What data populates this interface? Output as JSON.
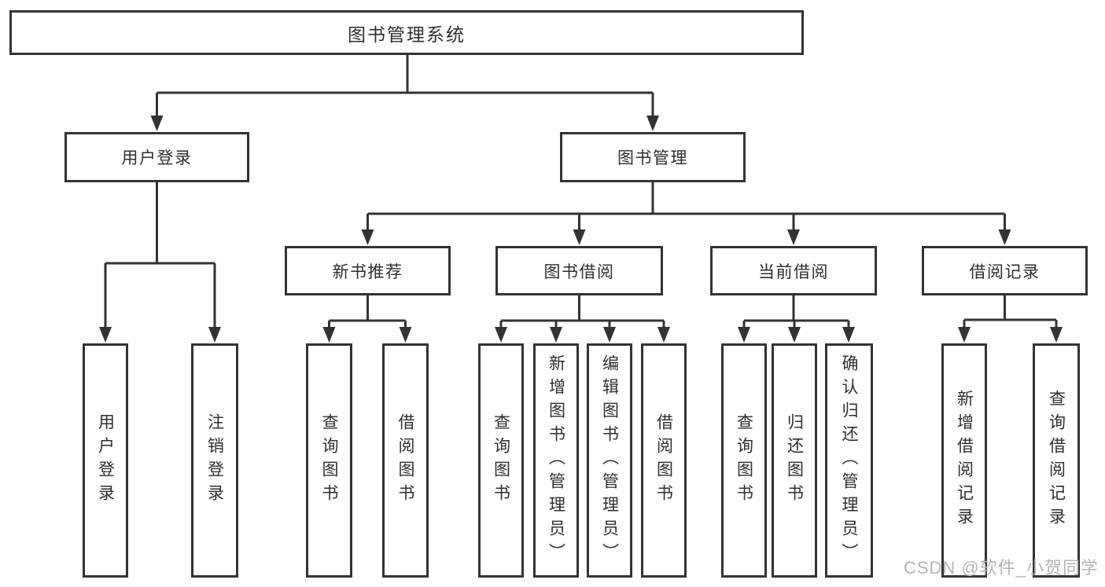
{
  "tree": {
    "root": {
      "label": "图书管理系统"
    },
    "branches": [
      {
        "label": "用户登录",
        "leaves": [
          "用户登录",
          "注销登录"
        ]
      },
      {
        "label": "图书管理",
        "groups": [
          {
            "label": "新书推荐",
            "leaves": [
              "查询图书",
              "借阅图书"
            ]
          },
          {
            "label": "图书借阅",
            "leaves": [
              "查询图书",
              "新增图书（管理员）",
              "编辑图书（管理员）",
              "借阅图书"
            ]
          },
          {
            "label": "当前借阅",
            "leaves": [
              "查询图书",
              "归还图书",
              "确认归还（管理员）"
            ]
          },
          {
            "label": "借阅记录",
            "leaves": [
              "新增借阅记录",
              "查询借阅记录"
            ]
          }
        ]
      }
    ]
  },
  "watermark": "CSDN @软件_小贺同学",
  "colors": {
    "line": "#333333",
    "box_border": "#333333",
    "text": "#2e2e2e",
    "background": "#ffffff",
    "watermark": "#b5b5b5"
  }
}
